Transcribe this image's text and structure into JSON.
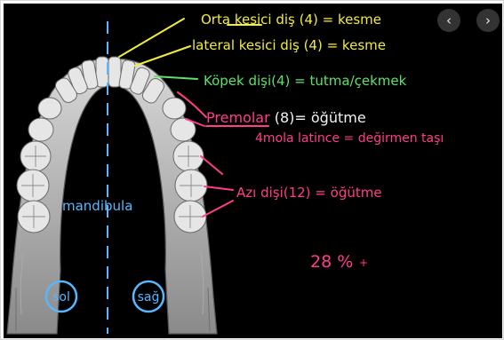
{
  "colors": {
    "yellow": "#f2ec3c",
    "green": "#5fe06a",
    "pink": "#ff3d8b",
    "blue": "#58b7ff",
    "white": "#f2f2f2",
    "board": "#000000"
  },
  "navigation": {
    "prev_icon": "chevron-left-icon",
    "next_icon": "chevron-right-icon",
    "prev_glyph": "‹",
    "next_glyph": "›"
  },
  "labels": {
    "orta_kesici": "Orta kesici diş (4) = kesme",
    "lateral_kesici": "lateral kesici diş (4) = kesme",
    "kopek_disi": "Köpek dişi(4)  =  tutma/çekmek",
    "premolar_word": "Premolar",
    "premolar_rest": " (8)=  öğütme",
    "mola_note": "4mola latince = değirmen taşı",
    "azi_disi": "Azı dişi(12) = öğütme",
    "mandibula": "mandibula",
    "sol": "sol",
    "sag": "sağ",
    "percent": "28 %"
  }
}
